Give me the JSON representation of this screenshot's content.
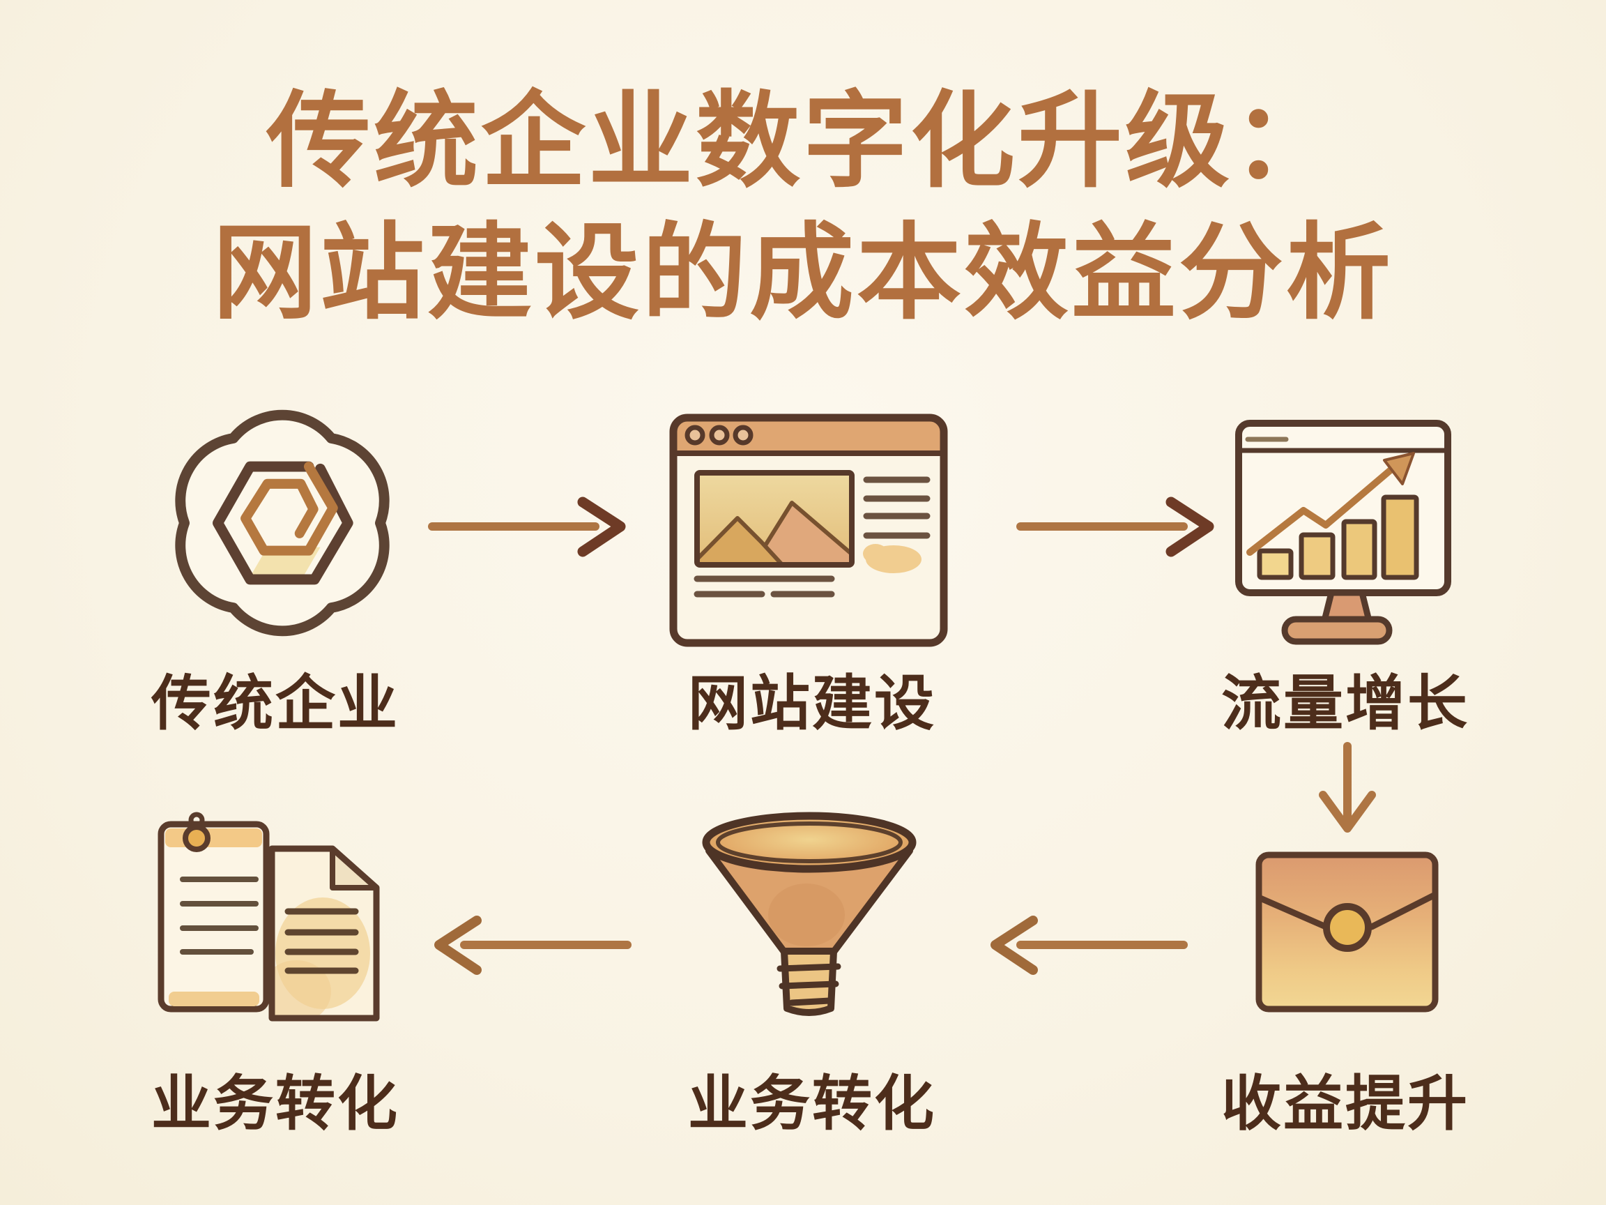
{
  "meta": {
    "kind": "flow-diagram",
    "style": "hand-drawn watercolor infographic",
    "language": "zh-CN"
  },
  "title": {
    "line1": "传统企业数字化升级：",
    "line2": "网站建设的成本效益分析"
  },
  "flow": {
    "steps": [
      {
        "label": "传统企业",
        "icon": "cloud-knot-icon",
        "row": 1,
        "col": 1
      },
      {
        "label": "网站建设",
        "icon": "browser-website-icon",
        "row": 1,
        "col": 2
      },
      {
        "label": "流量增长",
        "icon": "monitor-growth-chart-icon",
        "row": 1,
        "col": 3
      },
      {
        "label": "收益提升",
        "icon": "sealed-envelope-icon",
        "row": 2,
        "col": 3
      },
      {
        "label": "业务转化",
        "icon": "funnel-icon",
        "row": 2,
        "col": 2
      },
      {
        "label": "业务转化",
        "icon": "documents-icon",
        "row": 2,
        "col": 1
      }
    ],
    "arrows": [
      {
        "direction": "right",
        "between": "step1-step2"
      },
      {
        "direction": "right",
        "between": "step2-step3"
      },
      {
        "direction": "down",
        "between": "step3-step4"
      },
      {
        "direction": "left",
        "between": "step4-step5"
      },
      {
        "direction": "left",
        "between": "step5-step6"
      }
    ]
  },
  "colors": {
    "background": "#f9f3e4",
    "title_text": "#b2703f",
    "label_text": "#4d2d1b",
    "outline_dark_brown": "#57392a",
    "arrow_shaft": "#ae7543",
    "arrow_head_dark": "#6e3b26",
    "orange_bar_fill": "#dfa672",
    "gold_fill": "#ecc87e",
    "salmon_fill": "#d99a72",
    "seal_gold": "#e9b858",
    "paper_wash": "#f3d49c"
  }
}
